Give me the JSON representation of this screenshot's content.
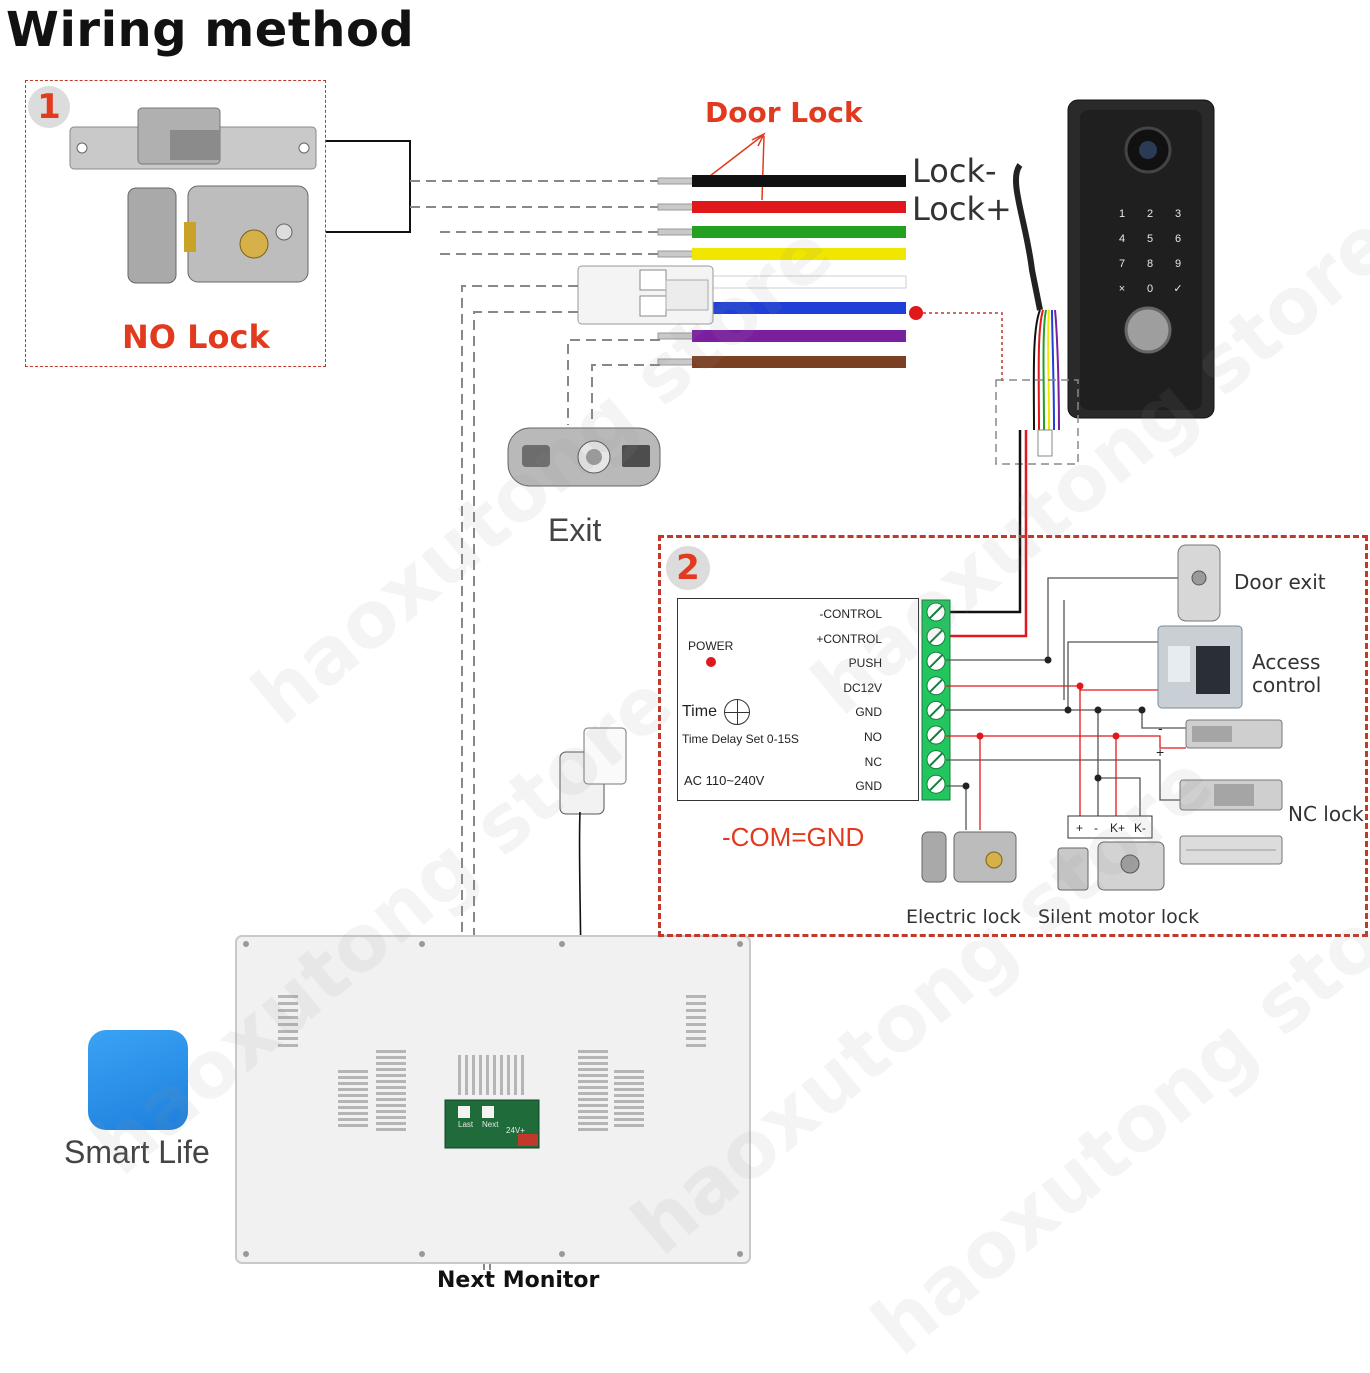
{
  "title": "Wiring method",
  "panel1": {
    "badge": "1",
    "caption": "NO Lock"
  },
  "door_lock_label": "Door Lock",
  "wire_labels": {
    "lock_minus": "Lock-",
    "lock_plus": "Lock+"
  },
  "wires": [
    {
      "color": "#111111"
    },
    {
      "color": "#e0181b"
    },
    {
      "color": "#23a021"
    },
    {
      "color": "#f0e600"
    },
    {
      "color": "#ffffff"
    },
    {
      "color": "#1f3fd6"
    },
    {
      "color": "#7a1fa0"
    },
    {
      "color": "#7b3f22"
    }
  ],
  "exit_label": "Exit",
  "keypad_keys": [
    "1",
    "2",
    "3",
    "4",
    "5",
    "6",
    "7",
    "8",
    "9",
    "×",
    "0",
    "✓"
  ],
  "panel2": {
    "badge": "2",
    "power_label": "POWER",
    "time_label": "Time",
    "time_delay": "Time Delay Set 0-15S",
    "ac_label": "AC 110~240V",
    "terminals": [
      "-CONTROL",
      "+CONTROL",
      "PUSH",
      "DC12V",
      "GND",
      "NO",
      "NC",
      "GND"
    ],
    "com_gnd": "-COM=GND",
    "door_exit": "Door exit",
    "access_control": [
      "Access",
      "control"
    ],
    "nc_lock": "NC lock",
    "electric_lock": "Electric lock",
    "silent_motor_lock": "Silent motor lock",
    "motor_terminals": [
      "+",
      "-",
      "K+",
      "K-"
    ],
    "polarity": [
      "-",
      "+"
    ]
  },
  "smart_life": "Smart Life",
  "next_monitor": "Next Monitor",
  "pcb_labels": [
    "Last",
    "Next",
    "24V+"
  ],
  "watermark": "haoxutong store",
  "colors": {
    "accent_red": "#e23a1e",
    "dashed_border": "#c0392b",
    "led_red": "#e0181b",
    "terminal_green": "#22c55e"
  }
}
